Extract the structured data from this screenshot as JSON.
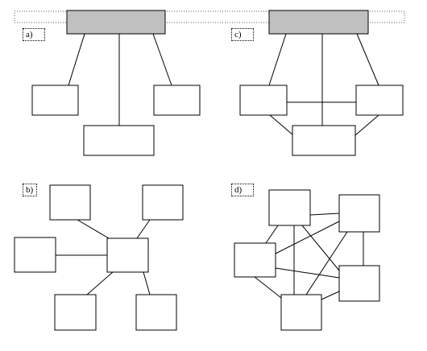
{
  "labels": {
    "a": "a)",
    "b": "b)",
    "c": "c)",
    "d": "d)"
  },
  "colors": {
    "hub_fill": "#c0c0c0",
    "line": "#000000",
    "node_fill": "#ffffff",
    "band_border": "#555555"
  }
}
